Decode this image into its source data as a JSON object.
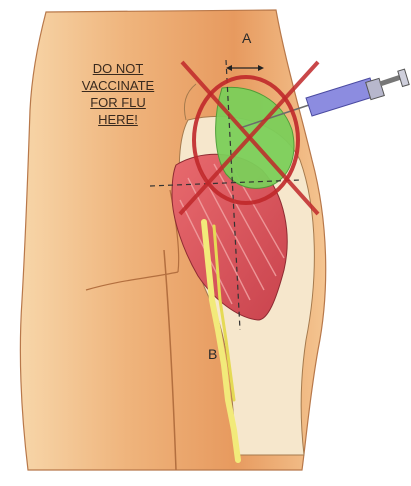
{
  "warning": {
    "lines": [
      "DO NOT",
      "VACCINATE",
      "FOR FLU",
      "HERE!"
    ]
  },
  "labels": {
    "a": "A",
    "b": "B"
  },
  "colors": {
    "skin": "#e9a36a",
    "skin_light": "#f3c896",
    "muscle": "#d9575e",
    "muscle_light": "#f0a0a0",
    "target_green": "#7ccf5a",
    "nerve": "#f2ea7a",
    "forbidden_red": "#c0282a",
    "syringe": "#7f7fd6"
  },
  "icons": {
    "forbidden": "prohibition-circle-icon",
    "needle": "syringe-icon"
  }
}
